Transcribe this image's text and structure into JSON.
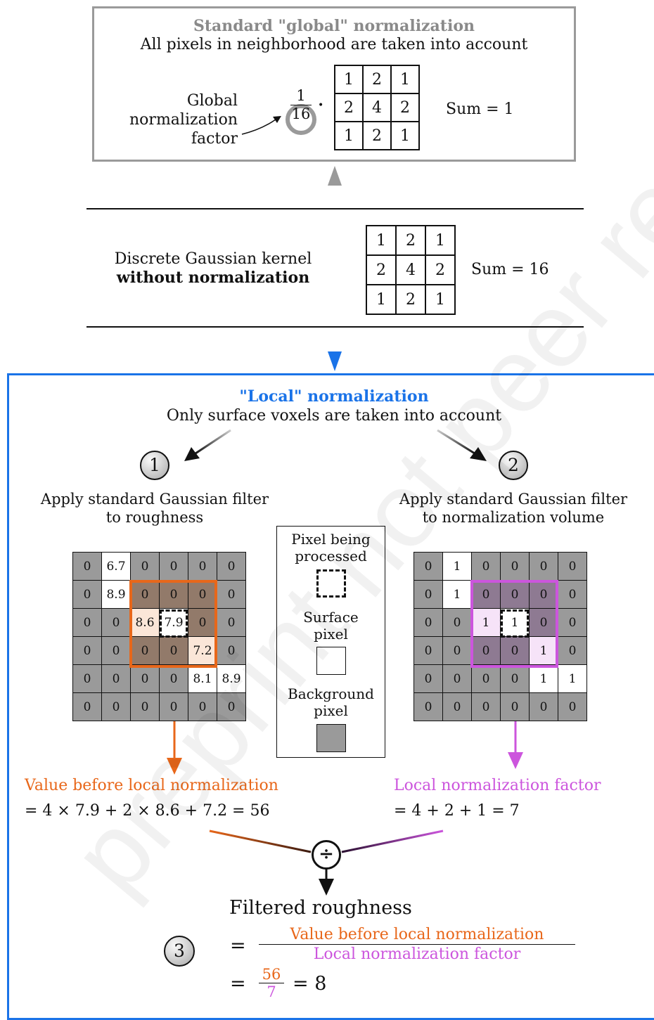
{
  "watermark": "preprint not peer reviewed",
  "global": {
    "title": "Standard \"global\" normalization",
    "subtitle": "All pixels in neighborhood are taken into account",
    "factor_label": [
      "Global",
      "normalization",
      "factor"
    ],
    "fraction_num": "1",
    "fraction_den": "16",
    "dot": "•",
    "kernel": [
      [
        "1",
        "2",
        "1"
      ],
      [
        "2",
        "4",
        "2"
      ],
      [
        "1",
        "2",
        "1"
      ]
    ],
    "sum": "Sum = 1"
  },
  "discrete": {
    "line1": "Discrete Gaussian kernel",
    "line2": "without normalization",
    "kernel": [
      [
        "1",
        "2",
        "1"
      ],
      [
        "2",
        "4",
        "2"
      ],
      [
        "1",
        "2",
        "1"
      ]
    ],
    "sum": "Sum = 16"
  },
  "local": {
    "title": "\"Local\" normalization",
    "subtitle": "Only surface voxels are taken into account",
    "step1": {
      "num": "1",
      "line1": "Apply standard Gaussian filter",
      "line2": "to roughness"
    },
    "step2": {
      "num": "2",
      "line1": "Apply standard Gaussian filter",
      "line2": "to normalization volume"
    },
    "step3": {
      "num": "3"
    },
    "roughness_grid": [
      [
        "0",
        "6.7",
        "0",
        "0",
        "0",
        "0"
      ],
      [
        "0",
        "8.9",
        "0",
        "0",
        "0",
        "0"
      ],
      [
        "0",
        "0",
        "8.6",
        "7.9",
        "0",
        "0"
      ],
      [
        "0",
        "0",
        "0",
        "0",
        "7.2",
        "0"
      ],
      [
        "0",
        "0",
        "0",
        "0",
        "8.1",
        "8.9"
      ],
      [
        "0",
        "0",
        "0",
        "0",
        "0",
        "0"
      ]
    ],
    "normalization_grid": [
      [
        "0",
        "1",
        "0",
        "0",
        "0",
        "0"
      ],
      [
        "0",
        "1",
        "0",
        "0",
        "0",
        "0"
      ],
      [
        "0",
        "0",
        "1",
        "1",
        "0",
        "0"
      ],
      [
        "0",
        "0",
        "0",
        "0",
        "1",
        "0"
      ],
      [
        "0",
        "0",
        "0",
        "0",
        "1",
        "1"
      ],
      [
        "0",
        "0",
        "0",
        "0",
        "0",
        "0"
      ]
    ],
    "legend": {
      "processed": [
        "Pixel being",
        "processed"
      ],
      "surface": [
        "Surface",
        "pixel"
      ],
      "background": [
        "Background",
        "pixel"
      ]
    },
    "value_label": "Value before local normalization",
    "value_formula": "= 4 × 7.9 + 2 × 8.6 + 7.2 = 56",
    "factor_label": "Local normalization factor",
    "factor_formula": "= 4 + 2 + 1 = 7",
    "divide": "÷",
    "result_title": "Filtered roughness",
    "eq": "=",
    "result_num": "Value before local normalization",
    "result_den": "Local normalization factor",
    "frac_num": "56",
    "frac_den": "7",
    "result_value": "= 8"
  },
  "colors": {
    "orange": "#e8671a",
    "purple": "#cc55dd",
    "blue": "#1a73e8",
    "grey_border": "#9a9a9a",
    "background_pixel": "#9a9a9a"
  }
}
